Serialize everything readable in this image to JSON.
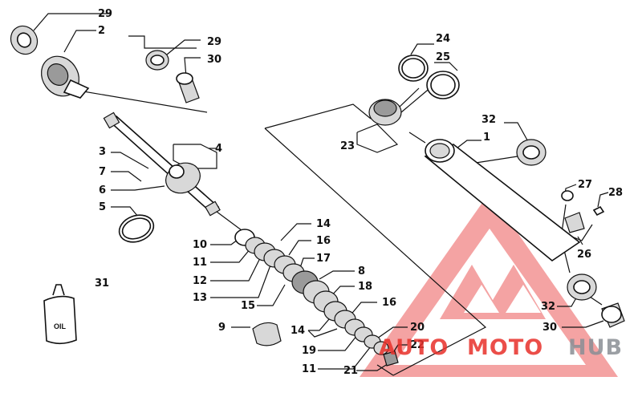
{
  "labels": {
    "l29a": "29",
    "l2": "2",
    "l29b": "29",
    "l30a": "30",
    "l24": "24",
    "l25": "25",
    "l3": "3",
    "l4": "4",
    "l7": "7",
    "l6": "6",
    "l5": "5",
    "l23": "23",
    "l32a": "32",
    "l1": "1",
    "l27": "27",
    "l28": "28",
    "l26": "26",
    "l14a": "14",
    "l16a": "16",
    "l10": "10",
    "l11a": "11",
    "l17": "17",
    "l12": "12",
    "l8": "8",
    "l13": "13",
    "l18": "18",
    "l15": "15",
    "l16b": "16",
    "l31": "31",
    "l9": "9",
    "l14b": "14",
    "l20": "20",
    "l19": "19",
    "l22": "22",
    "l11b": "11",
    "l21": "21",
    "l32b": "32",
    "l30b": "30"
  },
  "oil_can": {
    "text": "OIL"
  },
  "watermark": {
    "part1": "AUTO",
    "part2": "MOTO",
    "part3": "HUB",
    "color_red": "#e8302a",
    "color_grey": "#8a8f95"
  }
}
